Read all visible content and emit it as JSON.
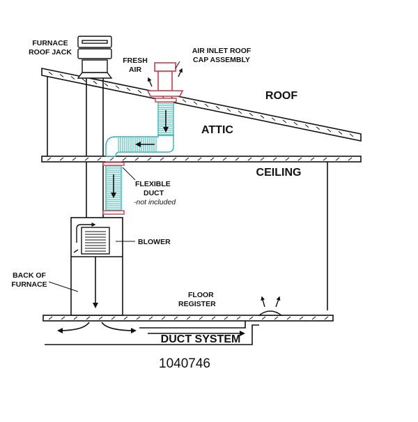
{
  "labels": {
    "furnace_roof_jack": [
      "FURNACE",
      "ROOF JACK"
    ],
    "fresh_air": [
      "FRESH",
      "AIR"
    ],
    "air_inlet": [
      "AIR INLET ROOF",
      "CAP ASSEMBLY"
    ],
    "roof": "ROOF",
    "attic": "ATTIC",
    "ceiling": "CEILING",
    "flexible_duct": [
      "FLEXIBLE",
      "DUCT"
    ],
    "not_included": "-not included",
    "blower": "BLOWER",
    "back_of_furnace": [
      "BACK OF",
      "FURNACE"
    ],
    "floor_register": [
      "FLOOR",
      "REGISTER"
    ],
    "duct_system": "DUCT SYSTEM",
    "part_number": "1040746"
  },
  "colors": {
    "line": "#111111",
    "inlet_cap": "#d23a4a",
    "flex_duct": "#2fb3b3",
    "background": "#ffffff"
  }
}
